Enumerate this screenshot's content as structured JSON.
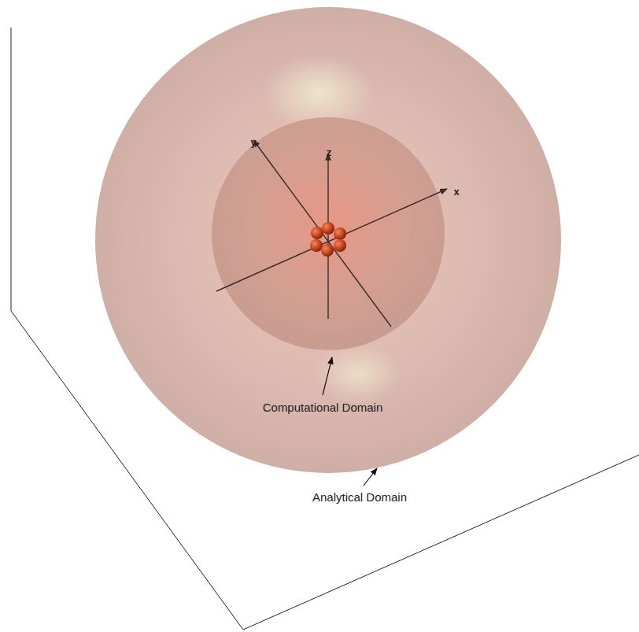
{
  "diagram": {
    "labels": [
      "y",
      "z",
      "x",
      "Computational Domain",
      "Analytical Domain"
    ]
  }
}
